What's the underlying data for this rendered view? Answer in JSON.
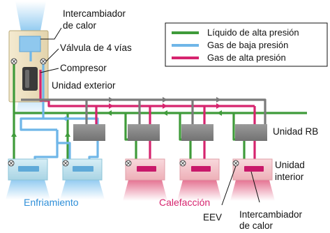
{
  "colors": {
    "high_pressure_liquid": "#3f9b3a",
    "low_pressure_gas": "#6fb6e8",
    "high_pressure_gas": "#d6246e",
    "outdoor_unit_body": "#efe3c2",
    "rb_unit_body": "#8a8a8a",
    "indoor_cooling_body": "#bfe1ee",
    "indoor_heating_body": "#f2c3c8",
    "air_cool": "#8ec9f0",
    "air_heat": "#e36b8c"
  },
  "legend": {
    "items": [
      {
        "label": "Líquido de alta presión",
        "color": "#3f9b3a"
      },
      {
        "label": "Gas de baja presión",
        "color": "#6fb6e8"
      },
      {
        "label": "Gas de alta presión",
        "color": "#d6246e"
      }
    ]
  },
  "labels": {
    "outdoor_heat_exchanger_line1": "Intercambiador",
    "outdoor_heat_exchanger_line2": "de calor",
    "four_way_valve": "Válvula de 4 vías",
    "compressor": "Compresor",
    "outdoor_unit": "Unidad exterior",
    "rb_unit": "Unidad RB",
    "indoor_unit_line1": "Unidad",
    "indoor_unit_line2": "interior",
    "cooling": "Enfriamiento",
    "heating": "Calefacción",
    "eev": "EEV",
    "indoor_heat_exchanger_line1": "Intercambiador",
    "indoor_heat_exchanger_line2": "de calor"
  },
  "icons": {
    "valve_symbol": "circle-with-x",
    "airflow": "air-flow-wedge"
  }
}
